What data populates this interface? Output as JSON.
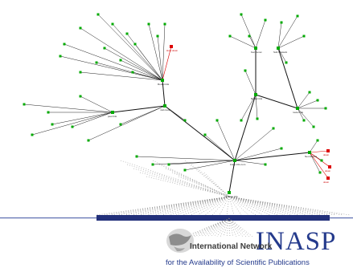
{
  "network": {
    "nodes": [
      {
        "id": "root",
        "label": "ns.inasp.info",
        "color": "#00aa00"
      },
      {
        "id": "hub",
        "label": "inasp.info.com",
        "color": "#00aa00"
      },
      {
        "id": "tl",
        "label": "Router.link",
        "color": "#00aa00"
      },
      {
        "id": "ml",
        "label": "peer.link",
        "color": "#00aa00"
      },
      {
        "id": "mc",
        "label": "mid.router",
        "color": "#00aa00"
      },
      {
        "id": "rh",
        "label": "Router.link",
        "color": "#00aa00"
      },
      {
        "id": "rh2",
        "label": "router.link",
        "color": "#00aa00"
      },
      {
        "id": "tc",
        "label": "Kenya.net",
        "color": "#00aa00"
      },
      {
        "id": "rr",
        "label": "Net.Access",
        "color": "#00aa00"
      },
      {
        "id": "fr",
        "label": "Sub.Network",
        "color": "#00aa00"
      },
      {
        "id": "red1",
        "label": "Host.down",
        "color": "#dd0000"
      },
      {
        "id": "red2",
        "label": "down",
        "color": "#dd0000"
      },
      {
        "id": "red3",
        "label": "down",
        "color": "#dd0000"
      },
      {
        "id": "red4",
        "label": "down",
        "color": "#dd0000"
      }
    ]
  },
  "branding": {
    "org_acronym": "INASP",
    "org_name_line1": "International Network",
    "org_name_line2": "for the Availability of Scientific Publications",
    "accent_color": "#243a8c",
    "node_color": "#00aa00",
    "alert_color": "#dd0000",
    "band_color": "#22307a"
  }
}
